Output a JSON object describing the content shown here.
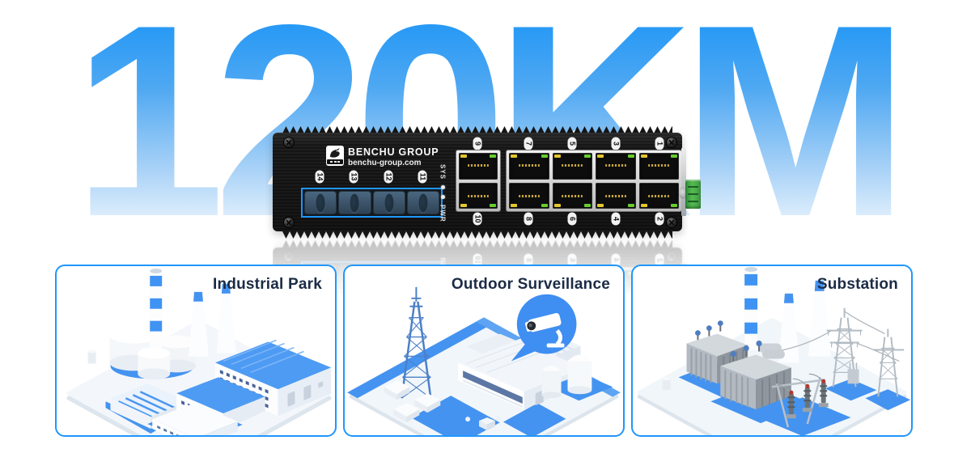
{
  "hero": {
    "headline": "120KM"
  },
  "device": {
    "brand": "BENCHU GROUP",
    "website": "benchu-group.com",
    "sfp_labels": [
      "14",
      "13",
      "12",
      "11"
    ],
    "sys_label": "SYS",
    "pwr_label": "PWR",
    "port_labels_top": [
      "9",
      "7",
      "5",
      "3",
      "1"
    ],
    "port_labels_bottom": [
      "10",
      "8",
      "6",
      "4",
      "2"
    ]
  },
  "cards": [
    {
      "title": "Industrial Park",
      "illustration": "industrial-park-illustration"
    },
    {
      "title": "Outdoor Surveillance",
      "illustration": "outdoor-surveillance-illustration"
    },
    {
      "title": "Substation",
      "illustration": "substation-illustration"
    }
  ],
  "icons": {
    "logo": "benchu-bird-logo-icon",
    "camera": "cctv-camera-icon"
  },
  "colors": {
    "accent_blue": "#1E97FC",
    "headline_top": "#1E96F6",
    "headline_bottom": "#F3F9FF",
    "card_title": "#1B2B45",
    "roof_blue": "#4E9BF4",
    "pad_blue": "#4593F0",
    "led_yellow": "#E4C62E",
    "led_green": "#66CD2E",
    "terminal_green": "#54BB4E",
    "sfp_plug": "#3A5166"
  }
}
